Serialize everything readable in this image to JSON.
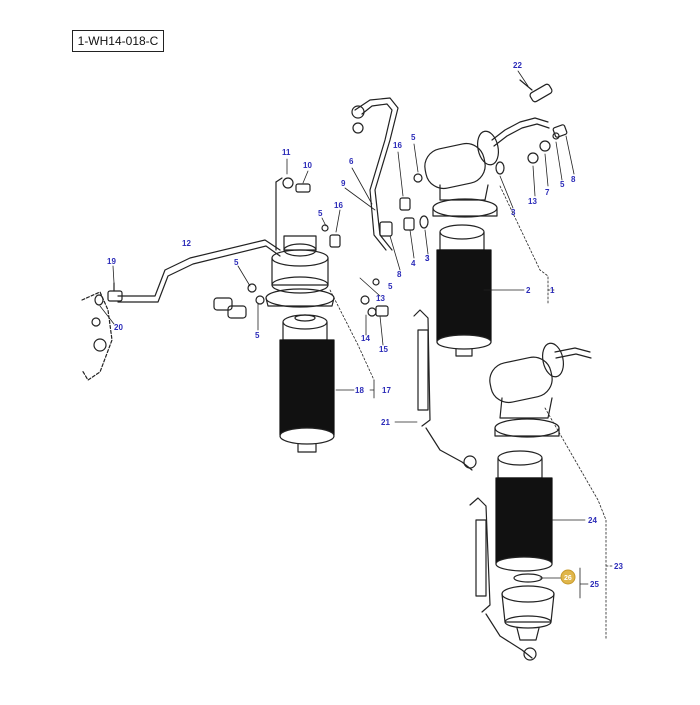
{
  "diagram": {
    "reference_code": "1-WH14-018-C",
    "highlight_color": "#e0b64a",
    "label_color": "#2b2bb8",
    "line_color": "#222222",
    "callouts": [
      {
        "id": "c22",
        "text": "22"
      },
      {
        "id": "c11",
        "text": "11"
      },
      {
        "id": "c10",
        "text": "10"
      },
      {
        "id": "c16a",
        "text": "16"
      },
      {
        "id": "c5a",
        "text": "5"
      },
      {
        "id": "c6",
        "text": "6"
      },
      {
        "id": "c9",
        "text": "9"
      },
      {
        "id": "c3a",
        "text": "3"
      },
      {
        "id": "c13a",
        "text": "13"
      },
      {
        "id": "c7",
        "text": "7"
      },
      {
        "id": "c5b",
        "text": "5"
      },
      {
        "id": "c8a",
        "text": "8"
      },
      {
        "id": "c3b",
        "text": "3"
      },
      {
        "id": "c16b",
        "text": "16"
      },
      {
        "id": "c5c",
        "text": "5"
      },
      {
        "id": "c12",
        "text": "12"
      },
      {
        "id": "c8b",
        "text": "8"
      },
      {
        "id": "c4",
        "text": "4"
      },
      {
        "id": "c3c",
        "text": "3"
      },
      {
        "id": "c19",
        "text": "19"
      },
      {
        "id": "c5d",
        "text": "5"
      },
      {
        "id": "c5e",
        "text": "5"
      },
      {
        "id": "c13b",
        "text": "13"
      },
      {
        "id": "c2",
        "text": "2"
      },
      {
        "id": "c1",
        "text": "1"
      },
      {
        "id": "c20",
        "text": "20"
      },
      {
        "id": "c5f",
        "text": "5"
      },
      {
        "id": "c14",
        "text": "14"
      },
      {
        "id": "c15",
        "text": "15"
      },
      {
        "id": "c18",
        "text": "18"
      },
      {
        "id": "c17",
        "text": "17"
      },
      {
        "id": "c21",
        "text": "21"
      },
      {
        "id": "c24",
        "text": "24"
      },
      {
        "id": "c23",
        "text": "23"
      },
      {
        "id": "c26",
        "text": "26"
      },
      {
        "id": "c25",
        "text": "25"
      }
    ]
  }
}
